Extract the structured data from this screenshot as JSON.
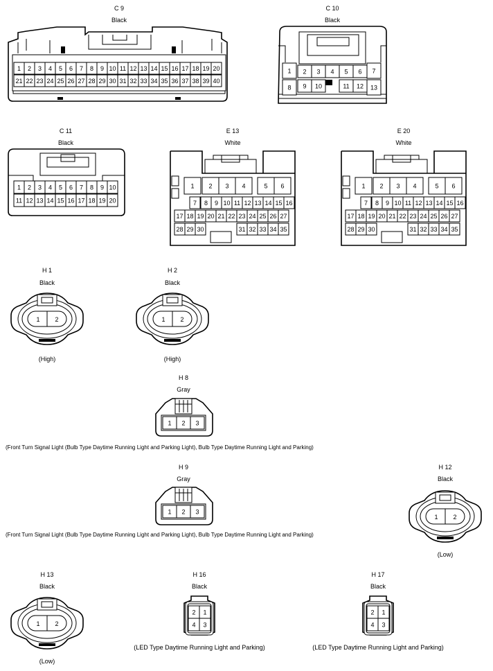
{
  "connectors": {
    "c9": {
      "code": "C 9",
      "color": "Black"
    },
    "c10": {
      "code": "C 10",
      "color": "Black"
    },
    "c11": {
      "code": "C 11",
      "color": "Black"
    },
    "e13": {
      "code": "E 13",
      "color": "White"
    },
    "e20": {
      "code": "E 20",
      "color": "White"
    },
    "h1": {
      "code": "H 1",
      "color": "Black",
      "note": "(High)"
    },
    "h2": {
      "code": "H 2",
      "color": "Black",
      "note": "(High)"
    },
    "h8": {
      "code": "H 8",
      "color": "Gray",
      "note": "(Front Turn Signal Light (Bulb Type Daytime Running Light and Parking Light), Bulb Type Daytime Running Light and Parking)"
    },
    "h9": {
      "code": "H 9",
      "color": "Gray",
      "note": "(Front Turn Signal Light (Bulb Type Daytime Running Light and Parking Light), Bulb Type Daytime Running Light and Parking)"
    },
    "h12": {
      "code": "H 12",
      "color": "Black",
      "note": "(Low)"
    },
    "h13": {
      "code": "H 13",
      "color": "Black",
      "note": "(Low)"
    },
    "h16": {
      "code": "H 16",
      "color": "Black",
      "note": "(LED Type Daytime Running Light and Parking)"
    },
    "h17": {
      "code": "H 17",
      "color": "Black",
      "note": "(LED Type Daytime Running Light and Parking)"
    }
  },
  "pins": {
    "c9_row1": [
      "1",
      "2",
      "3",
      "4",
      "5",
      "6",
      "7",
      "8",
      "9",
      "10",
      "11",
      "12",
      "13",
      "14",
      "15",
      "16",
      "17",
      "18",
      "19",
      "20"
    ],
    "c9_row2": [
      "21",
      "22",
      "23",
      "24",
      "25",
      "26",
      "27",
      "28",
      "29",
      "30",
      "31",
      "32",
      "33",
      "34",
      "35",
      "36",
      "37",
      "38",
      "39",
      "40"
    ],
    "c10_row1": [
      "1",
      "2",
      "3",
      "4",
      "5",
      "6",
      "7"
    ],
    "c10_row2": [
      "8",
      "9",
      "10",
      "11",
      "12",
      "13"
    ],
    "c11_row1": [
      "1",
      "2",
      "3",
      "4",
      "5",
      "6",
      "7",
      "8",
      "9",
      "10"
    ],
    "c11_row2": [
      "11",
      "12",
      "13",
      "14",
      "15",
      "16",
      "17",
      "18",
      "19",
      "20"
    ],
    "e_row1": [
      "1",
      "2",
      "3",
      "4",
      "5",
      "6"
    ],
    "e_row2": [
      "7",
      "8",
      "9",
      "10",
      "11",
      "12",
      "13",
      "14",
      "15",
      "16"
    ],
    "e_row3": [
      "17",
      "18",
      "19",
      "20",
      "21",
      "22",
      "23",
      "24",
      "25",
      "26",
      "27"
    ],
    "e_row4": [
      "28",
      "29",
      "30",
      "31",
      "32",
      "33",
      "34",
      "35"
    ],
    "h_two": [
      "1",
      "2"
    ],
    "h_three": [
      "1",
      "2",
      "3"
    ],
    "h16_pins": [
      "2",
      "1",
      "4",
      "3"
    ],
    "h17_pins": [
      "2",
      "1",
      "4",
      "3"
    ]
  }
}
